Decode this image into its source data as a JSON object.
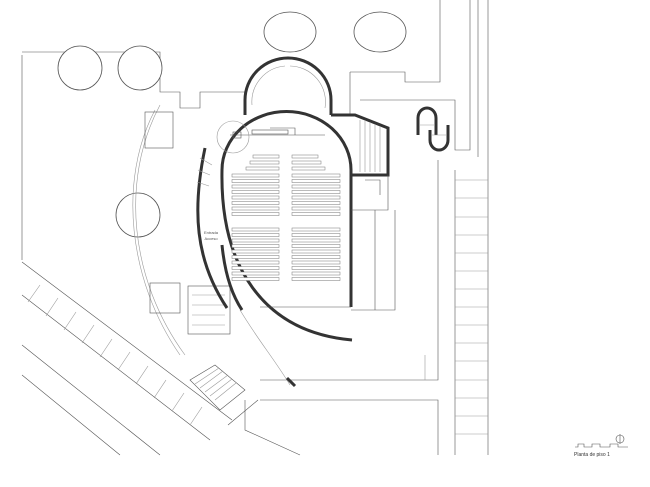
{
  "drawing": {
    "room_label_line1": "Entrada",
    "room_label_line2": "Acceso",
    "caption": "Planta de piso 1",
    "north_arrow_icon": "north-arrow-icon",
    "scale_bar_icon": "scale-bar-icon",
    "colors": {
      "wall": "#333333",
      "line": "#555555",
      "background": "#ffffff"
    }
  }
}
